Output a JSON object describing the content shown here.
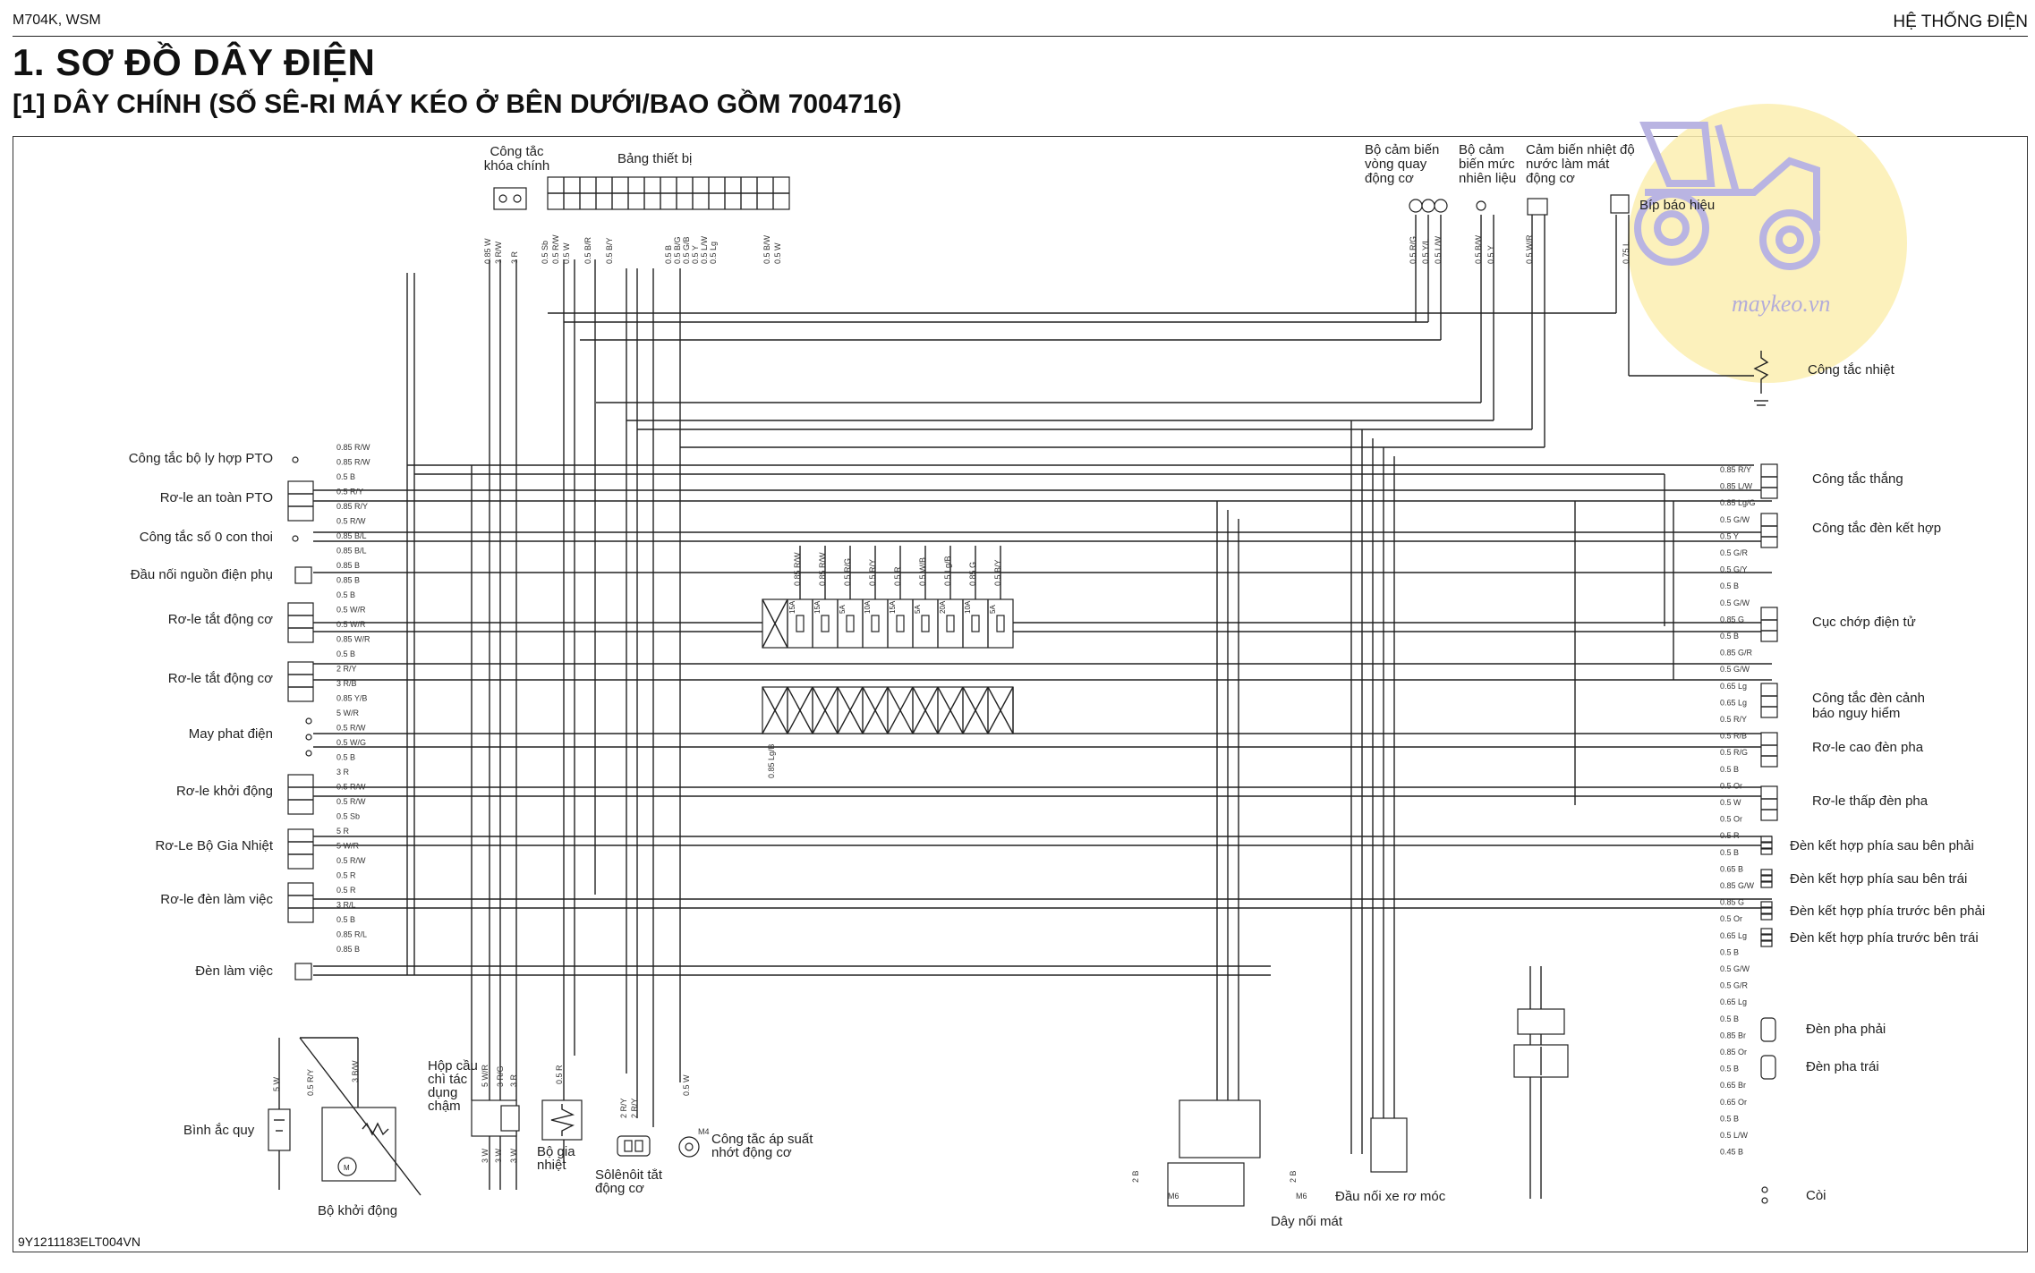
{
  "header": {
    "model": "M704K, WSM",
    "section": "HỆ THỐNG ĐIỆN"
  },
  "title": {
    "main": "1.  SƠ ĐỒ DÂY ĐIỆN",
    "sub": "[1]  DÂY CHÍNH (SỐ SÊ-RI MÁY KÉO Ở BÊN DƯỚI/BAO GỒM 7004716)"
  },
  "watermark": {
    "text": "maykeo.vn",
    "color": "#fbeeb0",
    "icon": "tractor-icon"
  },
  "document_id": "9Y1211183ELT004VN",
  "top_components": {
    "key_switch": "Công tắc khóa chính",
    "instrument_panel": "Bảng thiết bị",
    "speed_sensor": "Bộ cảm biến vòng quay động cơ",
    "fuel_sensor": "Bộ cảm biến mức nhiên liệu",
    "coolant_sensor": "Cảm biến nhiệt độ nước làm mát động cơ",
    "buzzer": "Bíp báo hiệu",
    "thermo_switch": "Công tắc nhiệt"
  },
  "left_components": [
    "Công tắc bộ ly hợp PTO",
    "Rơ-le an toàn PTO",
    "Công tắc số 0 con thoi",
    "Đầu nối nguồn điện phụ",
    "Rơ-le tắt động cơ",
    "Rơ-le tắt động cơ",
    "May phat điện",
    "Rơ-le khởi động",
    "Rơ-Le Bộ Gia Nhiệt",
    "Rơ-le đèn làm việc",
    "Đèn làm việc",
    "Bình ắc quy"
  ],
  "right_components": [
    "Công tắc thắng",
    "Công tắc đèn kết hợp",
    "Cục chớp điện tử",
    "Công tắc đèn cảnh báo nguy hiểm",
    "Rơ-le cao đèn pha",
    "Rơ-le thấp đèn pha",
    "Đèn kết hợp phía sau bên phải",
    "Đèn kết hợp phía sau bên trái",
    "Đèn kết hợp phía trước bên phải",
    "Đèn kết hợp phía trước bên trái",
    "Đèn pha phải",
    "Đèn pha trái",
    "Còi"
  ],
  "bottom_components": {
    "starter": "Bộ khởi động",
    "timer_box": "Hộp cầu chì tác dụng chậm",
    "glow_plug": "Bộ gia nhiệt",
    "stop_solenoid": "Sôlênôit tắt động cơ",
    "oil_pressure": "Công tắc áp suất nhớt động cơ",
    "trailer_connector": "Đầu nối xe rơ móc",
    "ground_wire": "Dây nối mát"
  },
  "fuse_ratings": [
    "15A",
    "15A",
    "5A",
    "10A",
    "15A",
    "5A",
    "20A",
    "10A",
    "5A"
  ],
  "wire_codes_left": [
    "0.85 R/W",
    "0.85 R/W",
    "0.5 B",
    "0.5 R/Y",
    "0.85 R/Y",
    "0.5 R/W",
    "0.85 B/L",
    "0.85 B/L",
    "0.85 B",
    "0.85 B",
    "0.5 B",
    "0.5 W/R",
    "0.5 W/R",
    "0.85 W/R",
    "0.5 B",
    "2 R/Y",
    "3 R/B",
    "0.85 Y/B",
    "5 W/R",
    "0.5 R/W",
    "0.5 W/G",
    "0.5 B",
    "3 R",
    "0.5 R/W",
    "0.5 R/W",
    "0.5 Sb",
    "5 R",
    "5 W/R",
    "0.5 R/W",
    "0.5 R",
    "0.5 R",
    "3 R/L",
    "0.5 B",
    "0.85 R/L",
    "0.85 B"
  ],
  "wire_codes_top": [
    "0.85 W",
    "3 R/W",
    "3 R",
    "0.5 Sb",
    "0.5 R/W",
    "0.5 W",
    "0.5 B/R",
    "0.5 B/Y",
    "0.5 B",
    "0.5 B/G",
    "0.5 G/B",
    "0.5 Y",
    "0.5 L/W",
    "0.5 Lg",
    "0.5 B/W",
    "0.5 W",
    "0.5 R/G",
    "0.5 Y/L",
    "0.5 L/W",
    "0.5 B/W",
    "0.5 Y",
    "0.5 W/R",
    "0.75 L"
  ],
  "wire_codes_right": [
    "0.85 R/Y",
    "0.85 L/W",
    "0.85 Lg/G",
    "0.5 G/W",
    "0.5 Y",
    "0.5 G/R",
    "0.5 G/Y",
    "0.5 B",
    "0.5 G/W",
    "0.85 G",
    "0.5 B",
    "0.85 G/R",
    "0.5 G/W",
    "0.65 Lg",
    "0.65 Lg",
    "0.5 R/Y",
    "0.5 R/B",
    "0.5 R/G",
    "0.5 B",
    "0.5 Or",
    "0.5 W",
    "0.5 Or",
    "0.5 R",
    "0.5 B",
    "0.65 B",
    "0.85 G/W",
    "0.85 G",
    "0.5 Or",
    "0.65 Lg",
    "0.5 B",
    "0.5 G/W",
    "0.5 G/R",
    "0.65 Lg",
    "0.5 B",
    "0.85 Br",
    "0.85 Or",
    "0.5 B",
    "0.65 Br",
    "0.65 Or",
    "0.5 B",
    "0.5 L/W",
    "0.45 B"
  ],
  "fuse_wire_codes": [
    "0.85 R/W",
    "0.85 R/W",
    "0.5 R/G",
    "0.5 R/Y",
    "0.5 R",
    "0.5 W/B",
    "0.5 Lg/B",
    "0.85 G",
    "0.5 B/Y"
  ],
  "bottom_wire_codes": [
    "5 W",
    "0.5 R/Y",
    "3 B/W",
    "5 W/R",
    "3 R/G",
    "3 R",
    "0.5 R",
    "3 W",
    "3 W",
    "3 W",
    "2 R/Y",
    "2 R/Y",
    "0.5 W",
    "M4",
    "M6",
    "M6",
    "2 B",
    "2 B",
    "0.85 Lg/B"
  ]
}
